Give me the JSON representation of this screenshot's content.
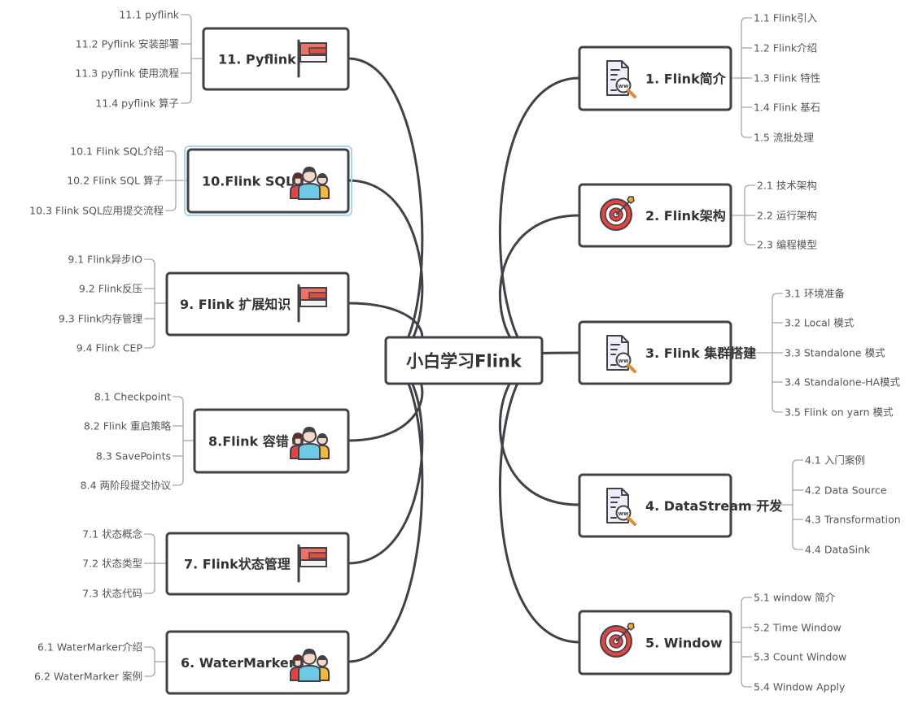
{
  "root": {
    "label": "小白学习Flink"
  },
  "colors": {
    "line": "#3f4249",
    "box_border": "#3f4249",
    "text": "#333333",
    "sub_text": "#555555",
    "sub_line": "#a6a6a6",
    "selection": "#a9d4ef"
  },
  "branches": [
    {
      "id": "b1",
      "label": "1. Flink简介",
      "icon": "document-magnifier-icon",
      "children": [
        "1.1 Flink引入",
        "1.2 Flink介绍",
        "1.3 Flink 特性",
        "1.4 Flink 基石",
        "1.5 流批处理"
      ]
    },
    {
      "id": "b2",
      "label": "2. Flink架构",
      "icon": "target-icon",
      "children": [
        "2.1 技术架构",
        "2.2 运行架构",
        "2.3 编程模型"
      ]
    },
    {
      "id": "b3",
      "label": "3. Flink 集群搭建",
      "icon": "document-magnifier-icon",
      "children": [
        "3.1 环境准备",
        "3.2 Local 模式",
        "3.3 Standalone 模式",
        "3.4 Standalone-HA模式",
        "3.5 Flink on yarn 模式"
      ]
    },
    {
      "id": "b4",
      "label": "4. DataStream 开发",
      "icon": "document-magnifier-icon",
      "children": [
        "4.1 入门案例",
        "4.2 Data Source",
        "4.3 Transformation",
        "4.4 DataSink"
      ]
    },
    {
      "id": "b5",
      "label": "5. Window",
      "icon": "target-icon",
      "children": [
        "5.1 window 简介",
        "5.2 Time Window",
        "5.3 Count Window",
        "5.4 Window Apply"
      ]
    },
    {
      "id": "b6",
      "label": "6. WaterMarker",
      "icon": "people-icon",
      "children": [
        "6.1 WaterMarker介绍",
        "6.2 WaterMarker 案例"
      ]
    },
    {
      "id": "b7",
      "label": "7. Flink状态管理",
      "icon": "flag-icon",
      "children": [
        "7.1 状态概念",
        "7.2 状态类型",
        "7.3 状态代码"
      ]
    },
    {
      "id": "b8",
      "label": "8.Flink 容错",
      "icon": "people-icon",
      "children": [
        "8.1 Checkpoint",
        "8.2 Flink 重启策略",
        "8.3 SavePoints",
        "8.4 两阶段提交协议"
      ]
    },
    {
      "id": "b9",
      "label": "9. Flink 扩展知识",
      "icon": "flag-icon",
      "children": [
        "9.1 Flink异步IO",
        "9.2 Flink反压",
        "9.3 Flink内存管理",
        "9.4 Flink CEP"
      ]
    },
    {
      "id": "b10",
      "label": "10.Flink SQL",
      "icon": "people-icon",
      "selected": true,
      "children": [
        "10.1 Flink SQL介绍",
        "10.2 Flink SQL 算子",
        "10.3 Flink SQL应用提交流程"
      ]
    },
    {
      "id": "b11",
      "label": "11. Pyflink",
      "icon": "flag-icon",
      "children": [
        "11.1 pyflink",
        "11.2 Pyflink 安装部署",
        "11.3 pyflink 使用流程",
        "11.4 pyflink 算子"
      ]
    }
  ]
}
